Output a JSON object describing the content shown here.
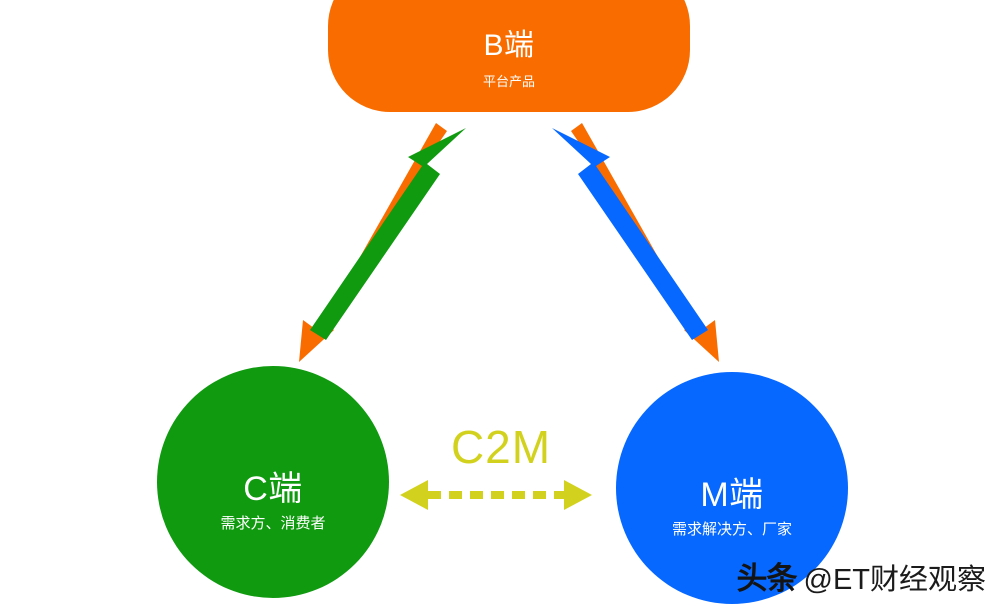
{
  "diagram": {
    "title": "C2M",
    "background_color": "#ffffff",
    "colors": {
      "b_node": "#f96d00",
      "c_node": "#109a10",
      "m_node": "#0668ff",
      "c2m_accent": "#d2d21e",
      "node_text": "#ffffff",
      "watermark_text": "#141414"
    },
    "nodes": [
      {
        "id": "b-node",
        "shape": "rounded-rectangle",
        "label": "B端",
        "sublabel": "平台产品",
        "color": "#f96d00"
      },
      {
        "id": "c-node",
        "shape": "circle",
        "label": "C端",
        "sublabel": "需求方、消费者",
        "color": "#109a10"
      },
      {
        "id": "m-node",
        "shape": "circle",
        "label": "M端",
        "sublabel": "需求解决方、厂家",
        "color": "#0668ff"
      }
    ],
    "connectors": [
      {
        "id": "b-to-c",
        "from": "B端",
        "to": "C端",
        "color": "#f96d00",
        "direction": "down-left",
        "style": "solid-arrow"
      },
      {
        "id": "c-to-b",
        "from": "C端",
        "to": "B端",
        "color": "#109a10",
        "direction": "up-right",
        "style": "solid-arrow"
      },
      {
        "id": "b-to-m",
        "from": "B端",
        "to": "M端",
        "color": "#f96d00",
        "direction": "down-right",
        "style": "solid-arrow"
      },
      {
        "id": "m-to-b",
        "from": "M端",
        "to": "B端",
        "color": "#0668ff",
        "direction": "up-left",
        "style": "solid-arrow"
      },
      {
        "id": "c-to-m",
        "from": "C端",
        "to": "M端",
        "color": "#d2d21e",
        "direction": "bidirectional",
        "style": "dashed-double-arrow",
        "label": "C2M"
      }
    ]
  },
  "watermark": {
    "brand": "头条",
    "handle": "@ET财经观察"
  }
}
